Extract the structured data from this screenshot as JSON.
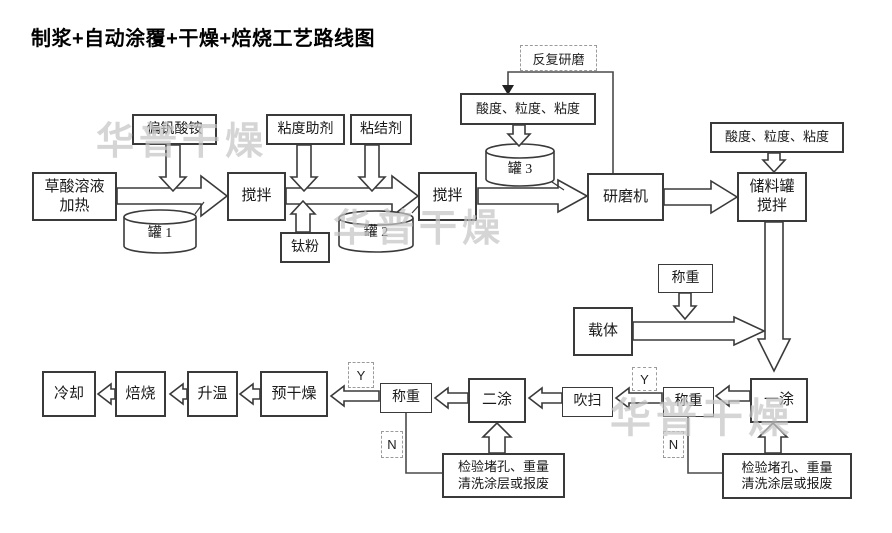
{
  "title": "制浆+自动涂覆+干燥+焙烧工艺路线图",
  "watermark": "华普干燥",
  "colors": {
    "line": "#3a3a3a",
    "box_background": "#ffffff",
    "watermark": "#c6c6c6",
    "text": "#1a1a1a"
  },
  "nodes": {
    "material": "偏钒酸铵",
    "oxalic": "草酸溶液\n加热",
    "tank1": "罐 1",
    "stir1": "搅拌",
    "viscosity_aid": "粘度助剂",
    "binder": "粘结剂",
    "ti_powder": "钛粉",
    "tank2": "罐 2",
    "stir2": "搅拌",
    "regrind": "反复研磨",
    "quality1": "酸度、粒度、粘度",
    "tank3": "罐 3",
    "grinder": "研磨机",
    "quality2": "酸度、粒度、粘度",
    "storage": "储料罐\n搅拌",
    "weigh_top": "称重",
    "carrier": "载体",
    "coat1": "一涂",
    "weigh_right": "称重",
    "purge": "吹扫",
    "coat2": "二涂",
    "weigh_left": "称重",
    "predry": "预干燥",
    "heatup": "升温",
    "roast": "焙烧",
    "cool": "冷却",
    "inspect_left": "检验堵孔、重量\n清洗涂层或报废",
    "inspect_right": "检验堵孔、重量\n清洗涂层或报废",
    "yes": "Y",
    "no": "N"
  }
}
